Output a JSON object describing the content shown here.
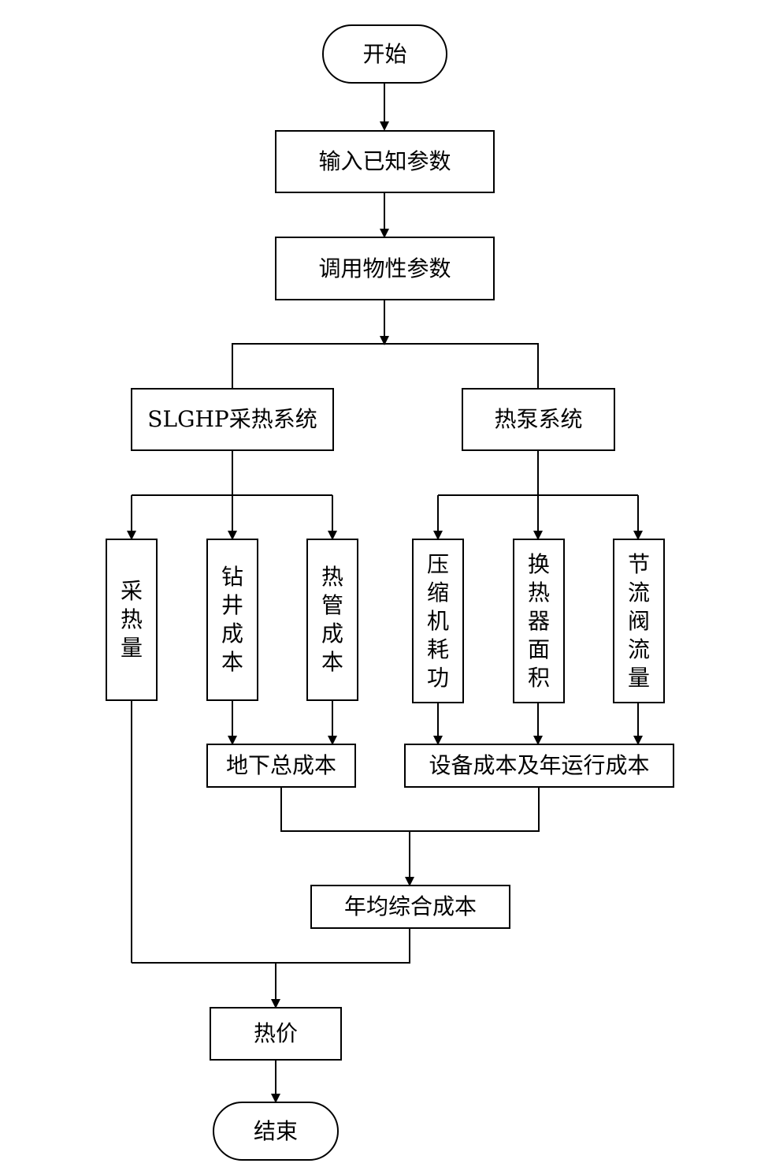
{
  "flow": {
    "start": "开始",
    "input_params": "输入已知参数",
    "property_params": "调用物性参数",
    "slghp_system": "SLGHP采热系统",
    "heat_pump_system": "热泵系统",
    "heat_extraction": "采热量",
    "drilling_cost": "钻井成本",
    "heat_pipe_cost": "热管成本",
    "compressor_work": "压缩机耗功",
    "exchanger_area": "换热器面积",
    "valve_flow": "节流阀流量",
    "underground_total_cost": "地下总成本",
    "equipment_operation_cost": "设备成本及年运行成本",
    "annual_avg_cost": "年均综合成本",
    "heat_price": "热价",
    "end": "结束"
  }
}
